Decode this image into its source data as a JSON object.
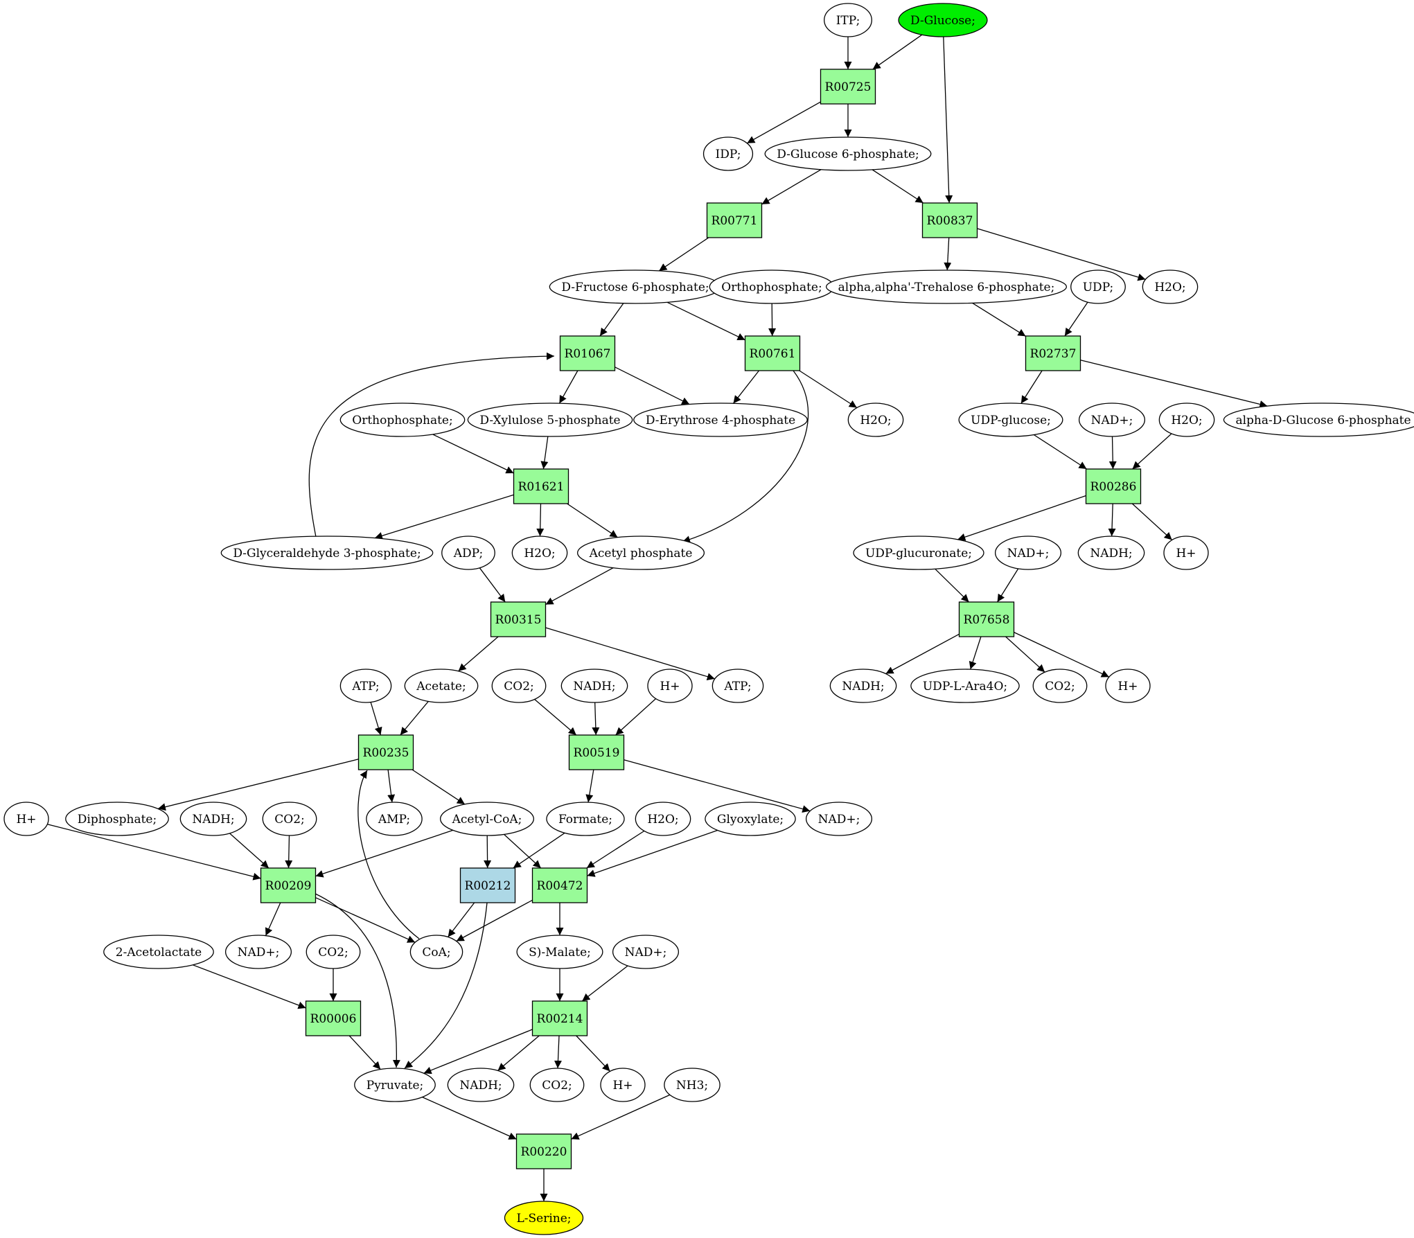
{
  "colors": {
    "reaction": "#98fb98",
    "reaction_highlight": "#add8e6",
    "source": "#00ee00",
    "target": "#ffff00",
    "compound": "#ffffff"
  },
  "nodes": [
    {
      "id": "itp",
      "label": "ITP;",
      "kind": "compound"
    },
    {
      "id": "dglucose",
      "label": "D-Glucose;",
      "kind": "source"
    },
    {
      "id": "r00725",
      "label": "R00725",
      "kind": "reaction"
    },
    {
      "id": "idp",
      "label": "IDP;",
      "kind": "compound"
    },
    {
      "id": "g6p",
      "label": "D-Glucose 6-phosphate;",
      "kind": "compound"
    },
    {
      "id": "r00771",
      "label": "R00771",
      "kind": "reaction"
    },
    {
      "id": "r00837",
      "label": "R00837",
      "kind": "reaction"
    },
    {
      "id": "f6p",
      "label": "D-Fructose 6-phosphate;",
      "kind": "compound"
    },
    {
      "id": "ortho1",
      "label": "Orthophosphate;",
      "kind": "compound"
    },
    {
      "id": "t6p",
      "label": "alpha,alpha'-Trehalose 6-phosphate;",
      "kind": "compound"
    },
    {
      "id": "udp",
      "label": "UDP;",
      "kind": "compound"
    },
    {
      "id": "h2o1",
      "label": "H2O;",
      "kind": "compound"
    },
    {
      "id": "r01067",
      "label": "R01067",
      "kind": "reaction"
    },
    {
      "id": "r00761",
      "label": "R00761",
      "kind": "reaction"
    },
    {
      "id": "r02737",
      "label": "R02737",
      "kind": "reaction"
    },
    {
      "id": "ortho2",
      "label": "Orthophosphate;",
      "kind": "compound"
    },
    {
      "id": "xu5p",
      "label": "D-Xylulose 5-phosphate",
      "kind": "compound"
    },
    {
      "id": "e4p",
      "label": "D-Erythrose 4-phosphate",
      "kind": "compound"
    },
    {
      "id": "h2o2",
      "label": "H2O;",
      "kind": "compound"
    },
    {
      "id": "udpglc",
      "label": "UDP-glucose;",
      "kind": "compound"
    },
    {
      "id": "nadp1",
      "label": "NAD+;",
      "kind": "compound"
    },
    {
      "id": "h2o3",
      "label": "H2O;",
      "kind": "compound"
    },
    {
      "id": "adg6p",
      "label": "alpha-D-Glucose 6-phosphate",
      "kind": "compound"
    },
    {
      "id": "r01621",
      "label": "R01621",
      "kind": "reaction"
    },
    {
      "id": "r00286",
      "label": "R00286",
      "kind": "reaction"
    },
    {
      "id": "g3p",
      "label": "D-Glyceraldehyde 3-phosphate;",
      "kind": "compound"
    },
    {
      "id": "adp",
      "label": "ADP;",
      "kind": "compound"
    },
    {
      "id": "h2o4",
      "label": "H2O;",
      "kind": "compound"
    },
    {
      "id": "acp",
      "label": "Acetyl phosphate",
      "kind": "compound"
    },
    {
      "id": "udpglcu",
      "label": "UDP-glucuronate;",
      "kind": "compound"
    },
    {
      "id": "nadp2",
      "label": "NAD+;",
      "kind": "compound"
    },
    {
      "id": "nadh1",
      "label": "NADH;",
      "kind": "compound"
    },
    {
      "id": "hp1",
      "label": "H+",
      "kind": "compound"
    },
    {
      "id": "r00315",
      "label": "R00315",
      "kind": "reaction"
    },
    {
      "id": "r07658",
      "label": "R07658",
      "kind": "reaction"
    },
    {
      "id": "atp1",
      "label": "ATP;",
      "kind": "compound"
    },
    {
      "id": "acetate",
      "label": "Acetate;",
      "kind": "compound"
    },
    {
      "id": "co2a",
      "label": "CO2;",
      "kind": "compound"
    },
    {
      "id": "nadh2",
      "label": "NADH;",
      "kind": "compound"
    },
    {
      "id": "hp2",
      "label": "H+",
      "kind": "compound"
    },
    {
      "id": "atp2",
      "label": "ATP;",
      "kind": "compound"
    },
    {
      "id": "nadh3",
      "label": "NADH;",
      "kind": "compound"
    },
    {
      "id": "udpara",
      "label": "UDP-L-Ara4O;",
      "kind": "compound"
    },
    {
      "id": "co2b",
      "label": "CO2;",
      "kind": "compound"
    },
    {
      "id": "hp3",
      "label": "H+",
      "kind": "compound"
    },
    {
      "id": "r00235",
      "label": "R00235",
      "kind": "reaction"
    },
    {
      "id": "r00519",
      "label": "R00519",
      "kind": "reaction"
    },
    {
      "id": "hp4",
      "label": "H+",
      "kind": "compound"
    },
    {
      "id": "ppi",
      "label": "Diphosphate;",
      "kind": "compound"
    },
    {
      "id": "nadh4",
      "label": "NADH;",
      "kind": "compound"
    },
    {
      "id": "co2c",
      "label": "CO2;",
      "kind": "compound"
    },
    {
      "id": "amp",
      "label": "AMP;",
      "kind": "compound"
    },
    {
      "id": "accoa",
      "label": "Acetyl-CoA;",
      "kind": "compound"
    },
    {
      "id": "formate",
      "label": "Formate;",
      "kind": "compound"
    },
    {
      "id": "h2o5",
      "label": "H2O;",
      "kind": "compound"
    },
    {
      "id": "glyox",
      "label": "Glyoxylate;",
      "kind": "compound"
    },
    {
      "id": "nadp3",
      "label": "NAD+;",
      "kind": "compound"
    },
    {
      "id": "r00209",
      "label": "R00209",
      "kind": "reaction"
    },
    {
      "id": "r00212",
      "label": "R00212",
      "kind": "reaction_highlight"
    },
    {
      "id": "r00472",
      "label": "R00472",
      "kind": "reaction"
    },
    {
      "id": "acetolactate",
      "label": "2-Acetolactate",
      "kind": "compound"
    },
    {
      "id": "nadp4",
      "label": "NAD+;",
      "kind": "compound"
    },
    {
      "id": "co2d",
      "label": "CO2;",
      "kind": "compound"
    },
    {
      "id": "coa",
      "label": "CoA;",
      "kind": "compound"
    },
    {
      "id": "malate",
      "label": "S)-Malate;",
      "kind": "compound"
    },
    {
      "id": "nadp5",
      "label": "NAD+;",
      "kind": "compound"
    },
    {
      "id": "r00006",
      "label": "R00006",
      "kind": "reaction"
    },
    {
      "id": "r00214",
      "label": "R00214",
      "kind": "reaction"
    },
    {
      "id": "pyruvate",
      "label": "Pyruvate;",
      "kind": "compound"
    },
    {
      "id": "nadh5",
      "label": "NADH;",
      "kind": "compound"
    },
    {
      "id": "co2e",
      "label": "CO2;",
      "kind": "compound"
    },
    {
      "id": "hp5",
      "label": "H+",
      "kind": "compound"
    },
    {
      "id": "nh3",
      "label": "NH3;",
      "kind": "compound"
    },
    {
      "id": "r00220",
      "label": "R00220",
      "kind": "reaction"
    },
    {
      "id": "lserine",
      "label": "L-Serine;",
      "kind": "target"
    }
  ],
  "edges": [
    [
      "itp",
      "r00725"
    ],
    [
      "dglucose",
      "r00725"
    ],
    [
      "dglucose",
      "r00837"
    ],
    [
      "r00725",
      "idp"
    ],
    [
      "r00725",
      "g6p"
    ],
    [
      "g6p",
      "r00771"
    ],
    [
      "g6p",
      "r00837"
    ],
    [
      "r00771",
      "f6p"
    ],
    [
      "r00837",
      "t6p"
    ],
    [
      "r00837",
      "h2o1"
    ],
    [
      "f6p",
      "r01067"
    ],
    [
      "f6p",
      "r00761"
    ],
    [
      "ortho1",
      "r00761"
    ],
    [
      "t6p",
      "r02737"
    ],
    [
      "udp",
      "r02737"
    ],
    [
      "r01067",
      "xu5p"
    ],
    [
      "r01067",
      "e4p"
    ],
    [
      "r00761",
      "e4p"
    ],
    [
      "r00761",
      "h2o2"
    ],
    [
      "r00761",
      "acp"
    ],
    [
      "r02737",
      "udpglc"
    ],
    [
      "r02737",
      "adg6p"
    ],
    [
      "ortho2",
      "r01621"
    ],
    [
      "xu5p",
      "r01621"
    ],
    [
      "udpglc",
      "r00286"
    ],
    [
      "nadp1",
      "r00286"
    ],
    [
      "h2o3",
      "r00286"
    ],
    [
      "r01621",
      "g3p"
    ],
    [
      "r01621",
      "h2o4"
    ],
    [
      "r01621",
      "acp"
    ],
    [
      "g3p",
      "r01067"
    ],
    [
      "r00286",
      "udpglcu"
    ],
    [
      "r00286",
      "nadh1"
    ],
    [
      "r00286",
      "hp1"
    ],
    [
      "adp",
      "r00315"
    ],
    [
      "acp",
      "r00315"
    ],
    [
      "udpglcu",
      "r07658"
    ],
    [
      "nadp2",
      "r07658"
    ],
    [
      "r00315",
      "acetate"
    ],
    [
      "r00315",
      "atp2"
    ],
    [
      "r07658",
      "nadh3"
    ],
    [
      "r07658",
      "udpara"
    ],
    [
      "r07658",
      "co2b"
    ],
    [
      "r07658",
      "hp3"
    ],
    [
      "atp1",
      "r00235"
    ],
    [
      "acetate",
      "r00235"
    ],
    [
      "co2a",
      "r00519"
    ],
    [
      "nadh2",
      "r00519"
    ],
    [
      "hp2",
      "r00519"
    ],
    [
      "r00235",
      "ppi"
    ],
    [
      "r00235",
      "amp"
    ],
    [
      "r00235",
      "accoa"
    ],
    [
      "r00519",
      "formate"
    ],
    [
      "r00519",
      "nadp3"
    ],
    [
      "hp4",
      "r00209"
    ],
    [
      "nadh4",
      "r00209"
    ],
    [
      "co2c",
      "r00209"
    ],
    [
      "accoa",
      "r00209"
    ],
    [
      "accoa",
      "r00212"
    ],
    [
      "formate",
      "r00212"
    ],
    [
      "accoa",
      "r00472"
    ],
    [
      "h2o5",
      "r00472"
    ],
    [
      "glyox",
      "r00472"
    ],
    [
      "r00209",
      "nadp4"
    ],
    [
      "r00209",
      "coa"
    ],
    [
      "r00209",
      "pyruvate"
    ],
    [
      "coa",
      "r00235"
    ],
    [
      "r00212",
      "coa"
    ],
    [
      "r00212",
      "pyruvate"
    ],
    [
      "r00472",
      "coa"
    ],
    [
      "r00472",
      "malate"
    ],
    [
      "acetolactate",
      "r00006"
    ],
    [
      "co2d",
      "r00006"
    ],
    [
      "malate",
      "r00214"
    ],
    [
      "nadp5",
      "r00214"
    ],
    [
      "r00006",
      "pyruvate"
    ],
    [
      "r00214",
      "pyruvate"
    ],
    [
      "r00214",
      "nadh5"
    ],
    [
      "r00214",
      "co2e"
    ],
    [
      "r00214",
      "hp5"
    ],
    [
      "pyruvate",
      "r00220"
    ],
    [
      "nh3",
      "r00220"
    ],
    [
      "r00220",
      "lserine"
    ]
  ]
}
